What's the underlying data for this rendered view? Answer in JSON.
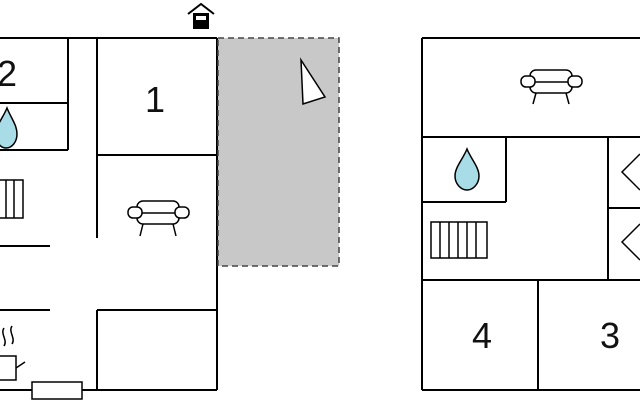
{
  "floor_plan": {
    "ground_floor": {
      "room_numbers": [
        "2",
        "1"
      ],
      "icons": [
        "entrance-icon",
        "water-drop-icon",
        "radiator-icon",
        "sofa-icon",
        "stove-icon",
        "compass-arrow-icon",
        "door-mat-icon"
      ],
      "terrace_fill": "#c8c8c8"
    },
    "upper_floor": {
      "room_numbers": [
        "4",
        "3"
      ],
      "icons": [
        "sofa-icon",
        "water-drop-icon",
        "radiator-icon",
        "stair-x-icon"
      ]
    },
    "colors": {
      "wall": "#000000",
      "water": "#a8dde8",
      "terrace": "#c8c8c8"
    }
  }
}
